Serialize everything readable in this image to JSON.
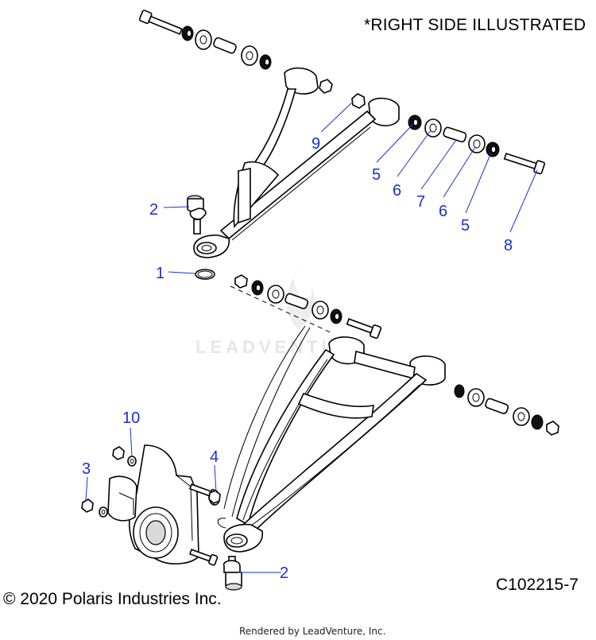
{
  "header": {
    "note": "*RIGHT SIDE ILLUSTRATED"
  },
  "footer": {
    "copyright": "© 2020 Polaris Industries Inc.",
    "diagram_code": "C102215-7",
    "rendered_by": "Rendered by LeadVenture, Inc."
  },
  "watermark": {
    "text": "LEADVENTURE"
  },
  "callouts": [
    {
      "id": "c1",
      "label": "1"
    },
    {
      "id": "c2a",
      "label": "2"
    },
    {
      "id": "c2b",
      "label": "2"
    },
    {
      "id": "c3",
      "label": "3"
    },
    {
      "id": "c4",
      "label": "4"
    },
    {
      "id": "c5a",
      "label": "5"
    },
    {
      "id": "c5b",
      "label": "5"
    },
    {
      "id": "c6a",
      "label": "6"
    },
    {
      "id": "c6b",
      "label": "6"
    },
    {
      "id": "c7",
      "label": "7"
    },
    {
      "id": "c8",
      "label": "8"
    },
    {
      "id": "c9",
      "label": "9"
    },
    {
      "id": "c10",
      "label": "10"
    }
  ],
  "colors": {
    "callout": "#1a2fd6",
    "line": "#000000",
    "watermark": "#e6e6e6"
  }
}
